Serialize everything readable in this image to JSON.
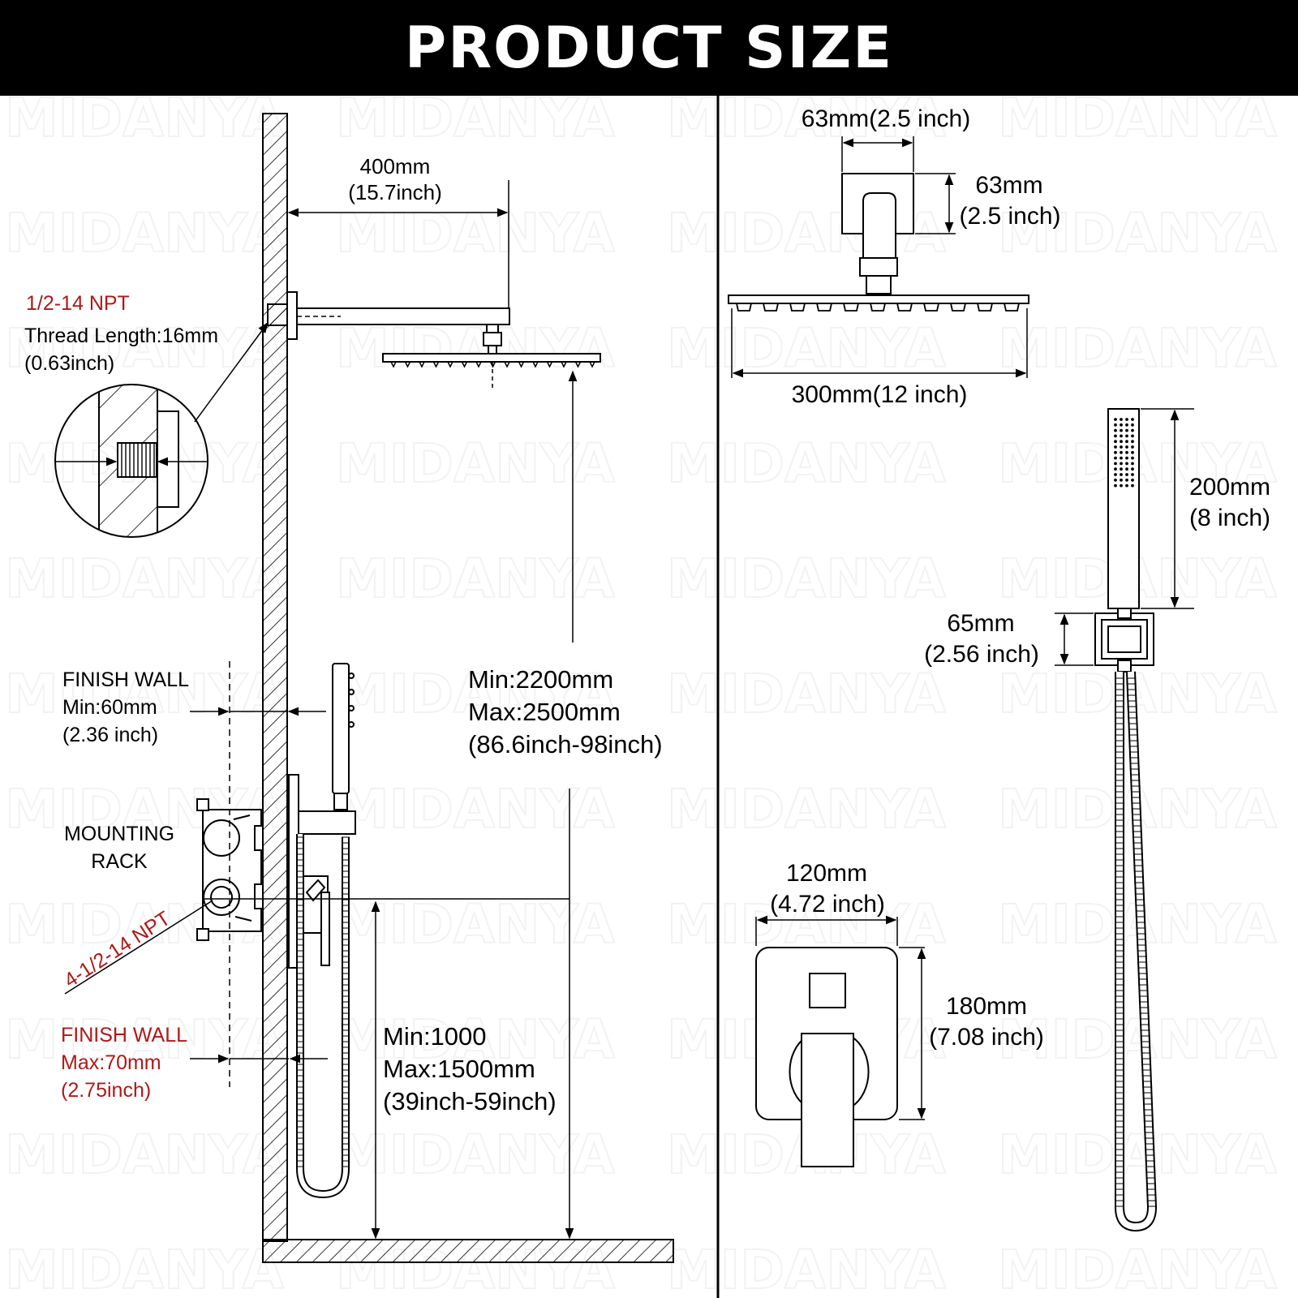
{
  "header": {
    "title": "PRODUCT SIZE"
  },
  "watermark": "MIDANYA",
  "colors": {
    "header_bg": "#000000",
    "header_text": "#ffffff",
    "accent_red": "#b01818",
    "line": "#000000"
  },
  "labels": {
    "arm_length": "400mm",
    "arm_length_in": "(15.7inch)",
    "npt_top": "1/2-14 NPT",
    "thread_length": "Thread Length:16mm",
    "thread_length_in": "(0.63inch)",
    "finish_wall_min_title": "FINISH WALL",
    "finish_wall_min": "Min:60mm",
    "finish_wall_min_in": "(2.36 inch)",
    "mounting_rack_1": "MOUNTING",
    "mounting_rack_2": "RACK",
    "npt_bottom": "4-1/2-14 NPT",
    "finish_wall_max_title": "FINISH WALL",
    "finish_wall_max": "Max:70mm",
    "finish_wall_max_in": "(2.75inch)",
    "height_min": "Min:2200mm",
    "height_max": "Max:2500mm",
    "height_in": "(86.6inch-98inch)",
    "valve_min": "Min:1000",
    "valve_max": "Max:1500mm",
    "valve_in": "(39inch-59inch)",
    "flange_width": "63mm(2.5 inch)",
    "flange_height": "63mm",
    "flange_height_in": "(2.5 inch)",
    "head_width": "300mm(12 inch)",
    "handheld_length": "200mm",
    "handheld_length_in": "(8 inch)",
    "holder_size": "65mm",
    "holder_size_in": "(2.56 inch)",
    "valve_plate_width": "120mm",
    "valve_plate_width_in": "(4.72 inch)",
    "valve_plate_height": "180mm",
    "valve_plate_height_in": "(7.08 inch)"
  }
}
